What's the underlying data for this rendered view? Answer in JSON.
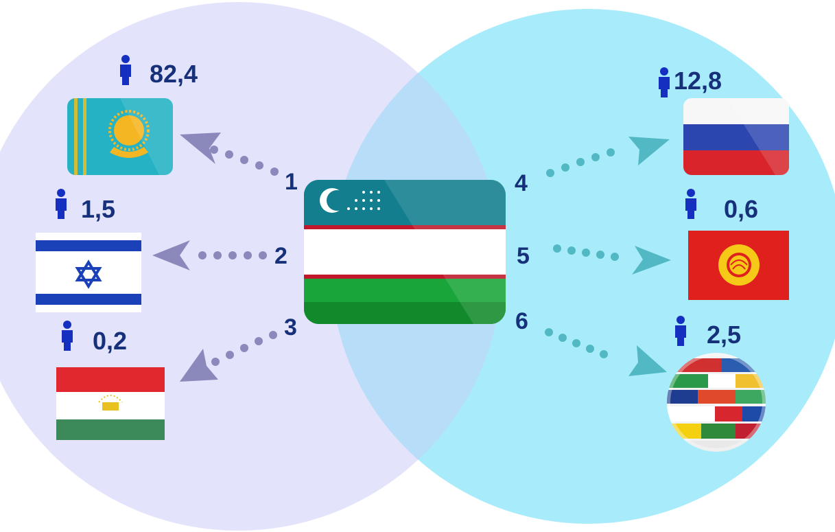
{
  "center": {
    "country": "Uzbekistan",
    "flag_icon": "uzbekistan-flag-icon"
  },
  "left_group": [
    {
      "route": "1",
      "value": "82,4",
      "flag_icon": "kazakhstan-flag-icon"
    },
    {
      "route": "2",
      "value": "1,5",
      "flag_icon": "israel-flag-icon"
    },
    {
      "route": "3",
      "value": "0,2",
      "flag_icon": "tajikistan-flag-icon"
    }
  ],
  "right_group": [
    {
      "route": "4",
      "value": "12,8",
      "flag_icon": "russia-flag-icon"
    },
    {
      "route": "5",
      "value": "0,6",
      "flag_icon": "kyrgyzstan-flag-icon"
    },
    {
      "route": "6",
      "value": "2,5",
      "flag_icon": "world-flags-globe-icon"
    }
  ],
  "colors": {
    "left_circle": "#e3e3fb",
    "right_circle": "#a8ecfb",
    "overlap": "#b8ddf8",
    "left_arrows": "#8b89bb",
    "right_arrows": "#52b9c4",
    "text": "#17307a",
    "person_icon": "#1530c0"
  },
  "icons": {
    "person": "person-icon"
  }
}
